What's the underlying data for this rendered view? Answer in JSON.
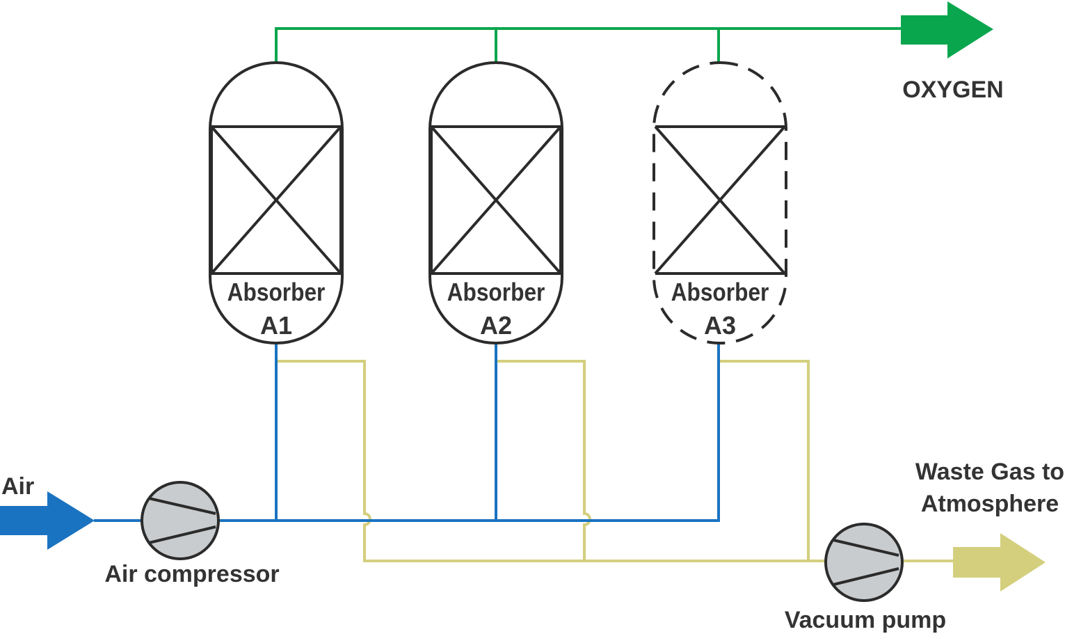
{
  "colors": {
    "oxygen": "#0aa64e",
    "air": "#1a73c0",
    "waste": "#d4cf7d",
    "outline": "#2b2b2b",
    "machine_fill": "#c9ccce",
    "text": "#333333"
  },
  "labels": {
    "oxygen": "OXYGEN",
    "air": "Air",
    "air_compressor": "Air compressor",
    "vacuum_pump": "Vacuum pump",
    "waste_line1": "Waste Gas to",
    "waste_line2": "Atmosphere"
  },
  "absorbers": [
    {
      "line1": "Absorber",
      "line2": "A1",
      "style": "solid"
    },
    {
      "line1": "Absorber",
      "line2": "A2",
      "style": "solid"
    },
    {
      "line1": "Absorber",
      "line2": "A3",
      "style": "dashed"
    }
  ]
}
